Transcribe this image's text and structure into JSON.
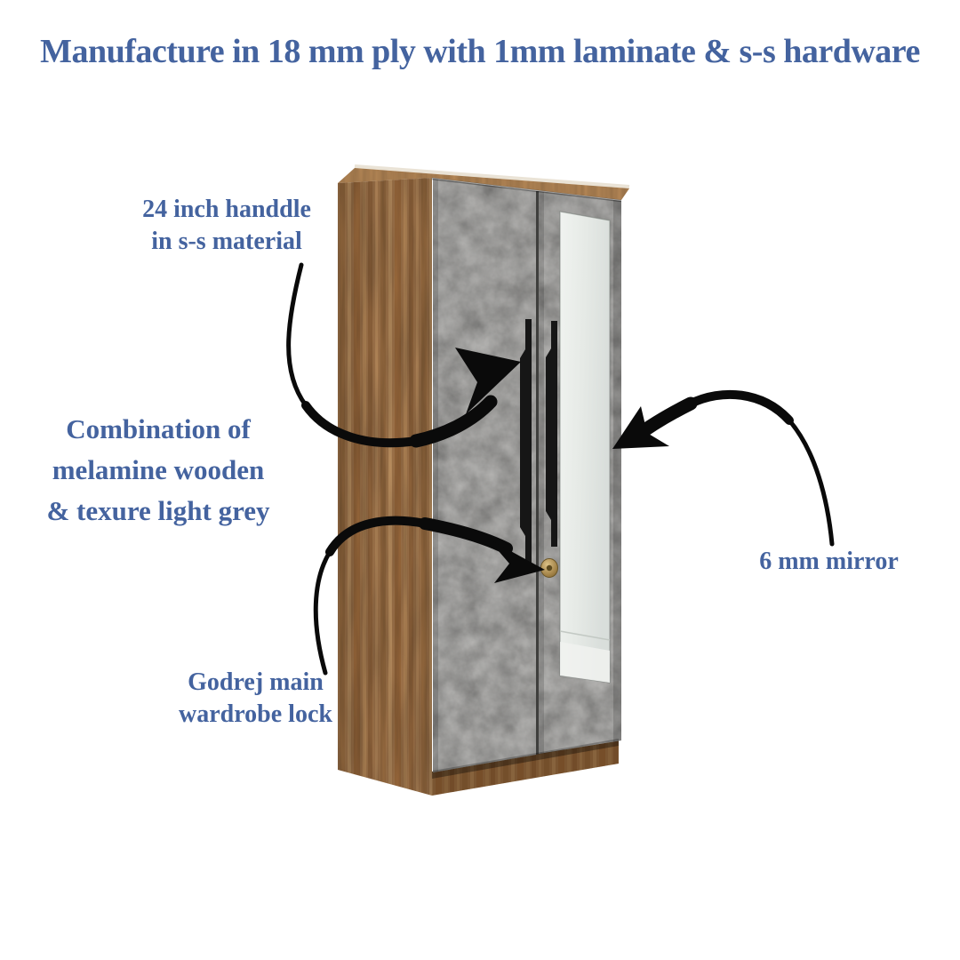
{
  "title": "Manufacture in 18 mm ply with 1mm laminate & s-s hardware",
  "annotations": {
    "handle": {
      "line1": "24 inch handdle",
      "line2": "in s-s material"
    },
    "material": {
      "line1": "Combination of",
      "line2": "melamine wooden",
      "line3": "& texure light grey"
    },
    "lock": {
      "line1": "Godrej main",
      "line2": "wardrobe lock"
    },
    "mirror": {
      "line1": "6 mm mirror"
    }
  },
  "icons": {
    "handle_arrow": "curved-black-arrow",
    "lock_arrow": "curved-black-arrow",
    "mirror_arrow": "curved-black-arrow"
  },
  "colors": {
    "background": "#ffffff",
    "text_accent": "#44639f",
    "arrow_black": "#0a0a0a",
    "wood_base": "#a87a4e",
    "wood_top": "#b98a58",
    "wood_plinth": "#84592f",
    "door_grey": "#a3a2a0",
    "door_gap": "#3f3f3d",
    "mirror_light": "#edf0ed",
    "handle_black": "#161616",
    "lock_gold": "#a5854a"
  }
}
